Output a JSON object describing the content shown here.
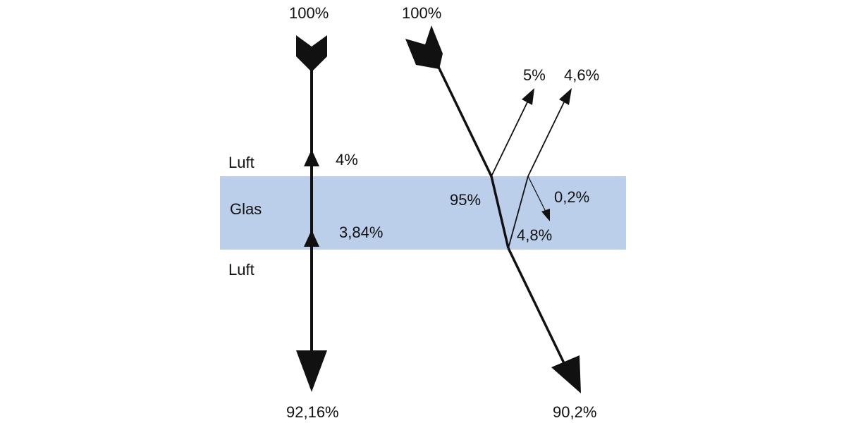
{
  "colors": {
    "glass": "#bccfea",
    "ink": "#111111",
    "background": "#ffffff"
  },
  "layers": {
    "top": "Luft",
    "middle": "Glas",
    "bottom": "Luft"
  },
  "perpendicular": {
    "incident": "100%",
    "reflected_first_surface": "4%",
    "reflected_second_surface": "3,84%",
    "transmitted": "92,16%"
  },
  "oblique": {
    "incident": "100%",
    "reflected_first_surface": "5%",
    "reflected_total_second": "4,6%",
    "refracted_in_glass": "95%",
    "reflected_internal": "0,2%",
    "reflected_second_surface": "4,8%",
    "transmitted": "90,2%"
  }
}
